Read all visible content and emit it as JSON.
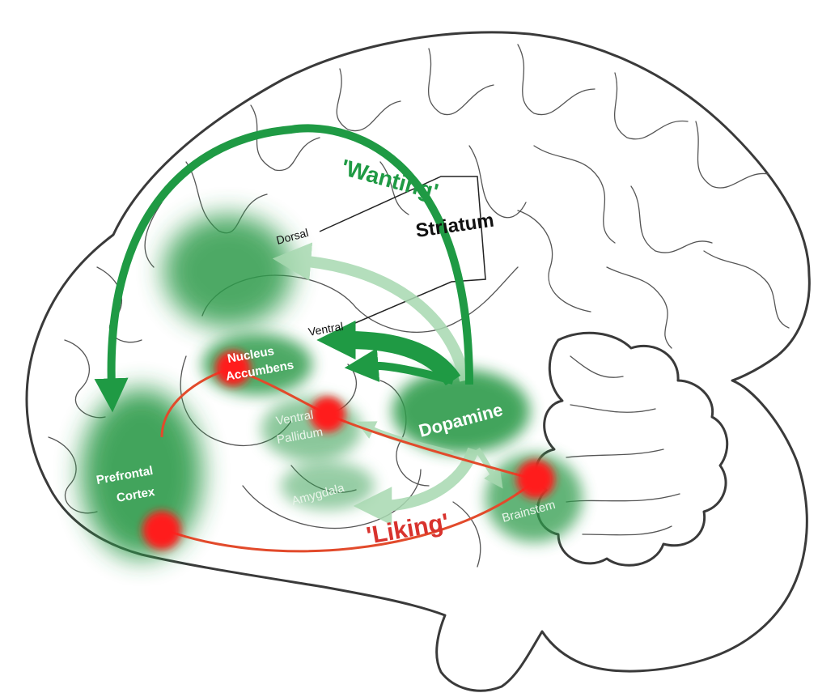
{
  "labels": {
    "wanting": "'Wanting'",
    "liking": "'Liking'",
    "striatum": "Striatum",
    "dorsal": "Dorsal",
    "ventral": "Ventral",
    "nucleus_line1": "Nucleus",
    "nucleus_line2": "Accumbens",
    "ventral_pallidum_line1": "Ventral",
    "ventral_pallidum_line2": "Pallidum",
    "amygdala": "Amygdala",
    "dopamine": "Dopamine",
    "prefrontal_line1": "Prefrontal",
    "prefrontal_line2": "Cortex",
    "brainstem": "Brainstem"
  },
  "colors": {
    "wanting_green": "#1f9a44",
    "liking_red": "#d8322d",
    "hotspot_red": "#ff1e1e",
    "glow_green": "#2f9b4c",
    "outline": "#3a3a3a",
    "background": "#ffffff"
  }
}
